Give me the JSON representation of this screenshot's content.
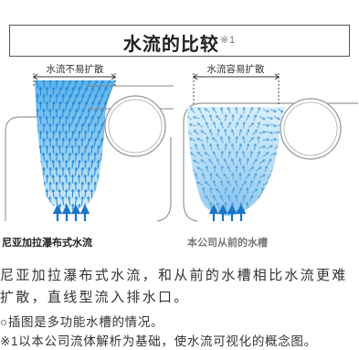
{
  "title": {
    "text": "水流的比较",
    "note_mark": "※1"
  },
  "comparison": [
    {
      "label": "水流不易扩散",
      "caption": "尼亚加拉瀑布式水流",
      "flow": "straight"
    },
    {
      "label": "水流容易扩散",
      "caption": "本公司从前的水槽",
      "flow": "spreading"
    }
  ],
  "description": "尼亚加拉瀑布式水流，和从前的水槽相比水流更难扩散，直线型流入排水口。",
  "notes": [
    "○插图是多功能水槽的情况。",
    "※1以本公司流体解析为基础，使水流可视化的概念图。"
  ],
  "colors": {
    "flow_arrow": "#1d84d8",
    "flow_arrow_light": "#3d96db",
    "inflow_arrow": "#1874c9",
    "outline": "#999999",
    "title_border": "#555555"
  }
}
